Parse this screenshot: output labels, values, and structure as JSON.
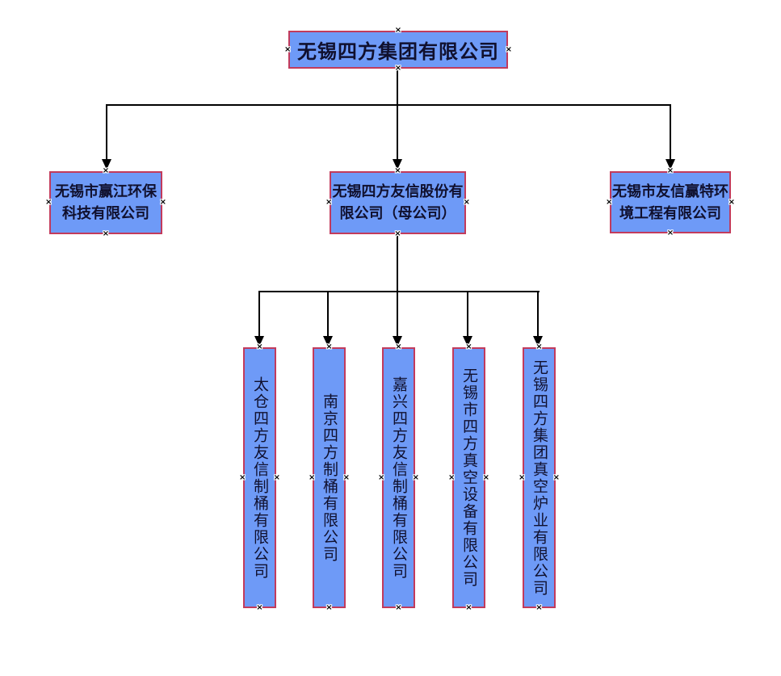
{
  "colors": {
    "box_fill": "#6E9AF7",
    "box_border": "#C23B5C",
    "box_text": "#10102E",
    "connector": "#000000",
    "background": "#FFFFFF"
  },
  "icons": {
    "connection_handle": "×"
  },
  "org_chart": {
    "root": {
      "name": "无锡四方集团有限公司"
    },
    "level2": [
      {
        "lines": [
          "无锡市赢江环保",
          "科技有限公司"
        ]
      },
      {
        "lines": [
          "无锡四方友信股份有",
          "限公司（母公司）"
        ]
      },
      {
        "lines": [
          "无锡市友信赢特环",
          "境工程有限公司"
        ]
      }
    ],
    "level3": [
      {
        "name": "太仓四方友信制桶有限公司"
      },
      {
        "name": "南京四方制桶有限公司"
      },
      {
        "name": "嘉兴四方友信制桶有限公司"
      },
      {
        "name": "无锡市四方真空设备有限公司"
      },
      {
        "name": "无锡四方集团真空炉业有限公司"
      }
    ]
  }
}
